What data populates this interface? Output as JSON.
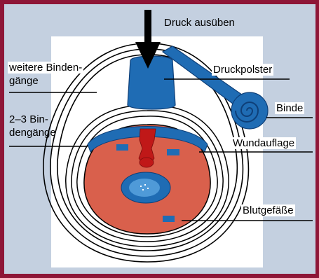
{
  "labels": {
    "pressure": "Druck ausüben",
    "more_turns_1": "weitere Binden-",
    "more_turns_2": "gänge",
    "pad": "Druckpolster",
    "bandage": "Binde",
    "few_turns_1": "2–3 Bin-",
    "few_turns_2": "dengänge",
    "dressing": "Wundauflage",
    "vessels": "Blutgefäße"
  },
  "colors": {
    "frame": "#8e1637",
    "tissue": "#d9604c",
    "blue": "#1f6cb4",
    "light_blue": "#4f9ad8",
    "wound": "#c01818"
  }
}
